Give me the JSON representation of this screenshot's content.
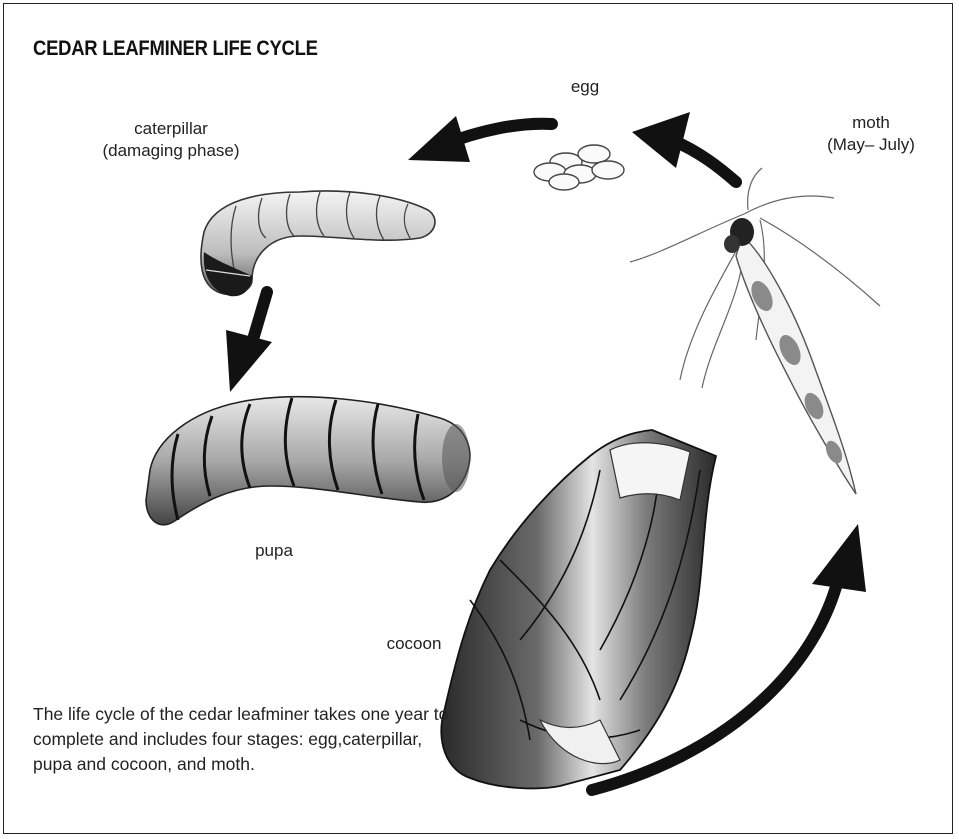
{
  "title": "CEDAR LEAFMINER LIFE CYCLE",
  "stages": {
    "egg": {
      "label": "egg"
    },
    "moth": {
      "label": "moth",
      "sublabel": "(May– July)"
    },
    "caterpillar": {
      "label": "caterpillar",
      "sublabel": "(damaging phase)"
    },
    "pupa": {
      "label": "pupa"
    },
    "cocoon": {
      "label": "cocoon"
    }
  },
  "caption": "The life cycle of the cedar leafminer takes one year to complete and includes four stages: egg,caterpillar, pupa and cocoon, and moth.",
  "colors": {
    "ink": "#111111",
    "border": "#222222",
    "background": "#ffffff"
  }
}
